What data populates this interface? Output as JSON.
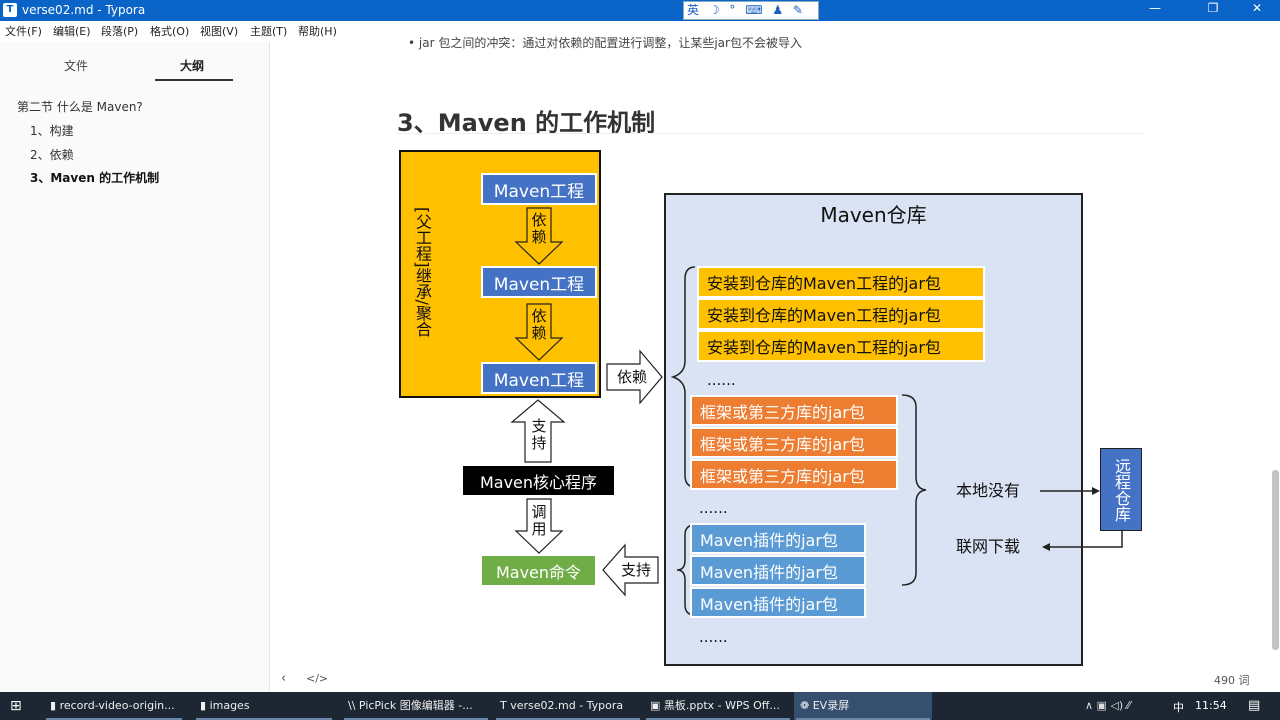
{
  "window": {
    "title": "verse02.md - Typora",
    "app_icon": "T"
  },
  "ime": {
    "label": "英"
  },
  "menu": [
    "文件(F)",
    "编辑(E)",
    "段落(P)",
    "格式(O)",
    "视图(V)",
    "主题(T)",
    "帮助(H)"
  ],
  "sidebar": {
    "tabs": [
      "文件",
      "大纲"
    ],
    "active_tab": "大纲",
    "outline": [
      "第二节 什么是 Maven?",
      "1、构建",
      "2、依赖",
      "3、Maven 的工作机制"
    ]
  },
  "content": {
    "bullet": "jar 包之间的冲突：通过对依赖的配置进行调整，让某些jar包不会被导入",
    "heading": "3、Maven 的工作机制",
    "diagram": {
      "parent_label": "[父工程]继承/聚合",
      "project": "Maven工程",
      "depend": "依赖",
      "support": "支持",
      "core": "Maven核心程序",
      "invoke": "调用",
      "command": "Maven命令",
      "repo_title": "Maven仓库",
      "installed": [
        "安装到仓库的Maven工程的jar包",
        "安装到仓库的Maven工程的jar包",
        "安装到仓库的Maven工程的jar包"
      ],
      "frameworks": [
        "框架或第三方库的jar包",
        "框架或第三方库的jar包",
        "框架或第三方库的jar包"
      ],
      "plugins": [
        "Maven插件的jar包",
        "Maven插件的jar包",
        "Maven插件的jar包"
      ],
      "ellipsis": "......",
      "not_local": "本地没有",
      "download": "联网下载",
      "remote": "远程仓库"
    }
  },
  "status": {
    "word_count": "490 词"
  },
  "taskbar": {
    "items": [
      "record-video-origin...",
      "images",
      "PicPick 图像编辑器 -...",
      "verse02.md - Typora",
      "黑板.pptx - WPS Off...",
      "EV录屏"
    ],
    "ime": "中",
    "time": "11:54"
  }
}
